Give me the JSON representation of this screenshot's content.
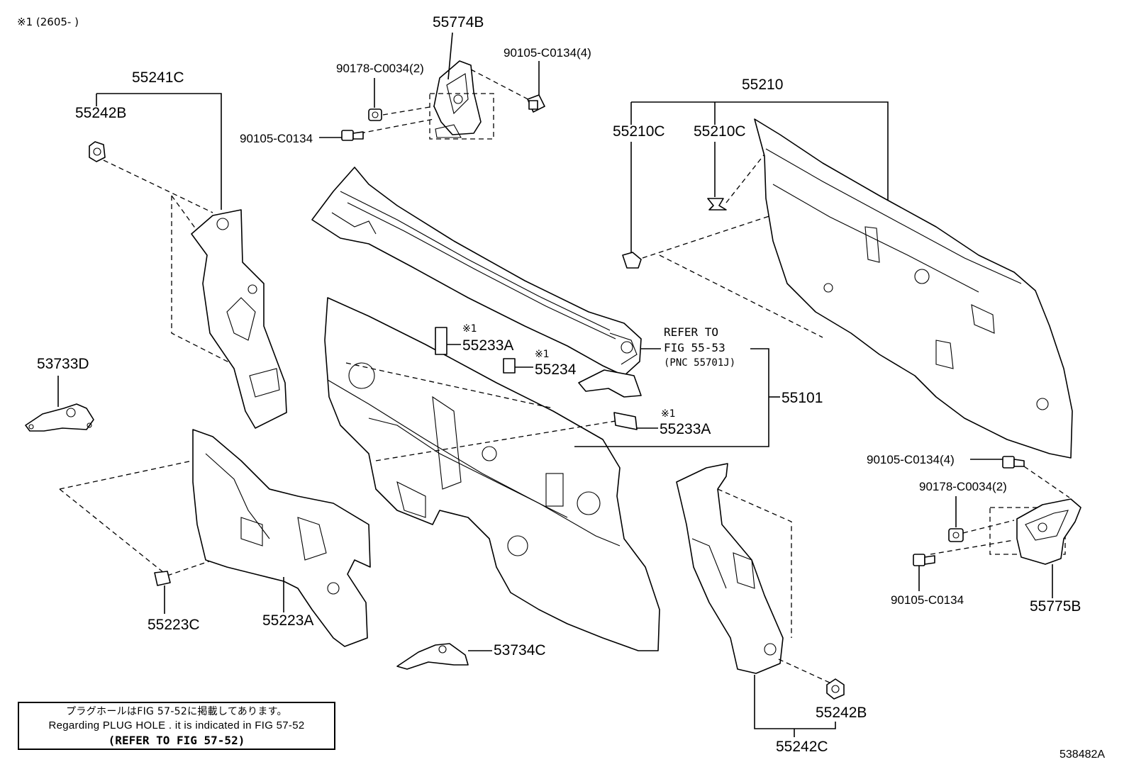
{
  "top_note": "※1 (2605-      )",
  "figure_number": "538482A",
  "note": {
    "line1": "プラグホールはFIG 57-52に掲載してあります。",
    "line2": "Regarding  PLUG  HOLE . it is indicated in FIG  57-52",
    "line3": "(REFER TO FIG 57-52)"
  },
  "refer": {
    "line1": "REFER TO",
    "line2": "FIG 55-53",
    "line3": "(PNC 55701J)"
  },
  "labels": {
    "p55774B": "55774B",
    "p90105_C0134_4_top": "90105-C0134(4)",
    "p90178_C0034_2_top": "90178-C0034(2)",
    "p90105_C0134_top": "90105-C0134",
    "p55241C": "55241C",
    "p55242B_top": "55242B",
    "p55210": "55210",
    "p55210C_a": "55210C",
    "p55210C_b": "55210C",
    "p53733D": "53733D",
    "p55233A_a": "55233A",
    "p55234": "55234",
    "p55233A_b": "55233A",
    "p55101": "55101",
    "p90105_C0134_4_right": "90105-C0134(4)",
    "p90178_C0034_2_right": "90178-C0034(2)",
    "p90105_C0134_right": "90105-C0134",
    "p55775B": "55775B",
    "p55223C": "55223C",
    "p55223A": "55223A",
    "p53734C": "53734C",
    "p55242B_bottom": "55242B",
    "p55242C": "55242C"
  },
  "marks": {
    "m1": "※1",
    "m2": "※1",
    "m3": "※1"
  }
}
